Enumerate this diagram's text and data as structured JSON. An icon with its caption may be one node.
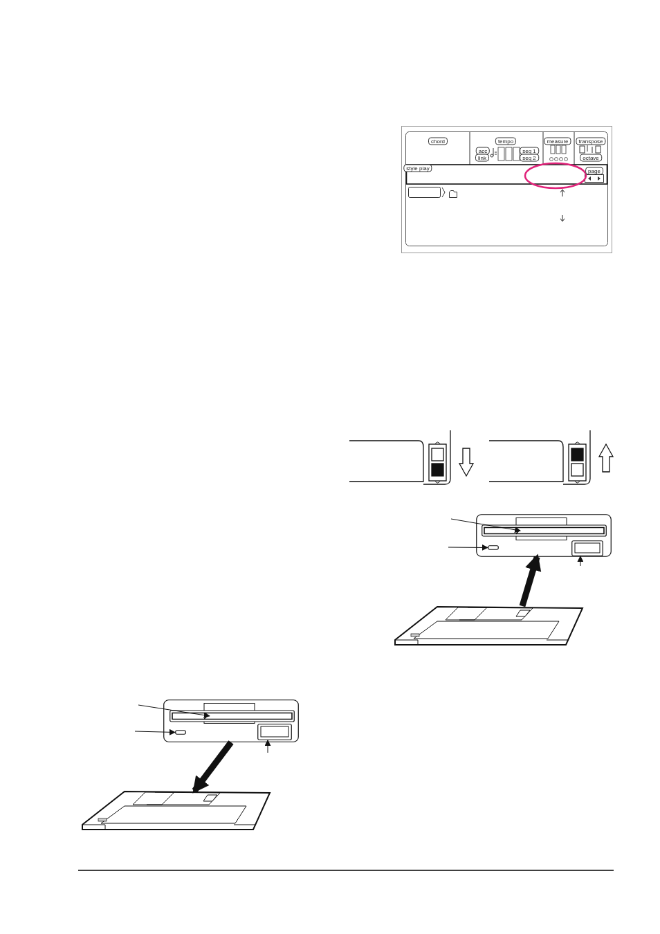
{
  "diagram": {
    "nodes": [
      {
        "text": [],
        "shape": "box"
      },
      {
        "text": [],
        "shape": "box",
        "in": 0
      },
      {
        "text": [],
        "shape": "box",
        "in": 0
      },
      {
        "text": [],
        "shape": "box",
        "in": 0
      },
      {
        "text": [],
        "shape": "picture"
      },
      {
        "text": [],
        "shape": "box"
      },
      {
        "text": [],
        "shape": "box",
        "in": 5
      },
      {
        "text": [],
        "shape": "box",
        "in": 5
      },
      {
        "text": [],
        "shape": "box",
        "in": 5
      },
      {
        "text": [],
        "shape": "picture"
      }
    ],
    "edges": [
      {
        "from": null,
        "to": 1,
        "arrow": "to"
      },
      {
        "from": null,
        "to": 2,
        "arrow": "to"
      },
      {
        "from": null,
        "to": 3,
        "arrow": "to"
      },
      {
        "from": 4,
        "to": 0,
        "arrow": "to",
        "style": "thick"
      },
      {
        "from": null,
        "to": 6,
        "arrow": "to"
      },
      {
        "from": null,
        "to": 7,
        "arrow": "to"
      },
      {
        "from": null,
        "to": 8,
        "arrow": "to"
      },
      {
        "from": 5,
        "to": 9,
        "arrow": "to",
        "style": "thick"
      }
    ],
    "labels": [
      "chord",
      "tempo",
      "acc",
      "link",
      "seq 1",
      "seq 2",
      "measure",
      "transpose",
      "octave",
      "style play",
      "page"
    ]
  }
}
